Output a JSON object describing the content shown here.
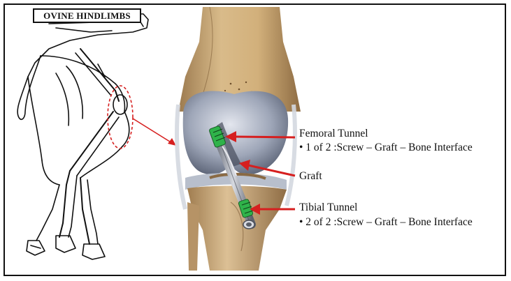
{
  "title": "OVINE HINDLIMBS",
  "labels": {
    "femoral_title": "Femoral Tunnel",
    "femoral_detail": "• 1 of 2 :Screw – Graft – Bone Interface",
    "graft": "Graft",
    "tibial_title": "Tibial Tunnel",
    "tibial_detail": "• 2 of 2 :Screw – Graft – Bone Interface"
  },
  "colors": {
    "pointer_arrow": "#d61f1f",
    "screw_green": "#2fb34a",
    "bone": "#c9a877",
    "cartilage": "#a6adbd"
  }
}
